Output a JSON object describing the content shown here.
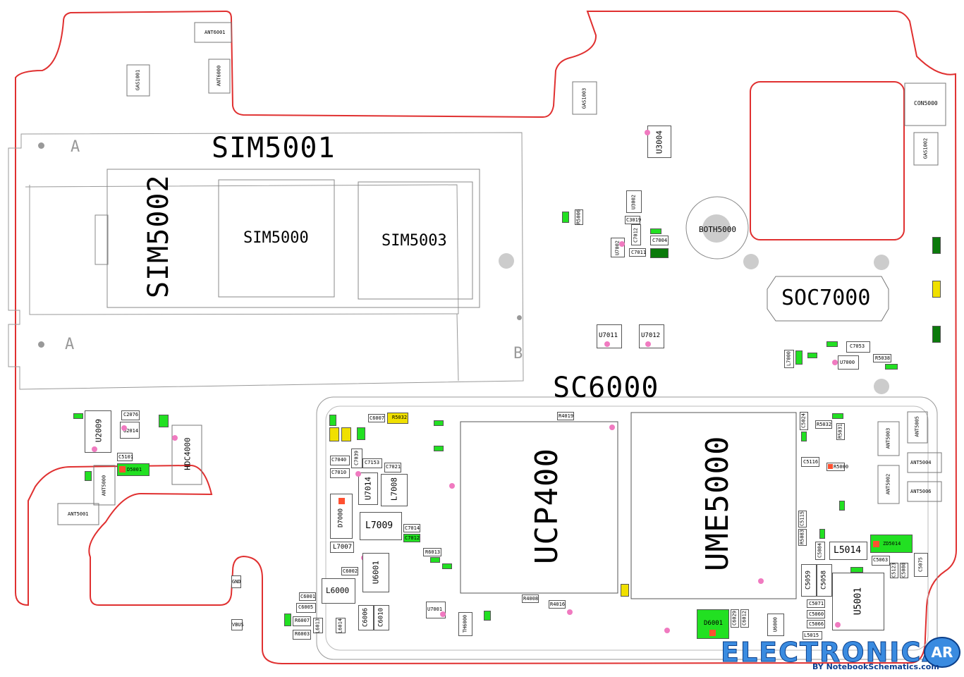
{
  "labels": {
    "sim5001": "SIM5001",
    "sim5002": "SIM5002",
    "sim5000": "SIM5000",
    "sim5003": "SIM5003",
    "sc6000": "SC6000",
    "ucp400": "UCP400",
    "ume5000": "UME5000",
    "soc7000": "SOC7000",
    "both5000": "BOTH5000",
    "con5000": "CON5000",
    "gas1001": "GAS1001",
    "gas1002": "GAS1002",
    "gas1003": "GAS1003",
    "ant6001": "ANT6001",
    "ant6000": "ANT6000",
    "ant5000": "ANT5000",
    "ant5001": "ANT5001",
    "ant5002": "ANT5002",
    "ant5003": "ANT5003",
    "ant5004": "ANT5004",
    "ant5005": "ANT5005",
    "ant5006": "ANT5006",
    "hdc4000": "HDC4000",
    "u2009": "U2009",
    "u2014": "U2014",
    "d5001": "D5001",
    "c2076": "C2076",
    "c5101": "C5101",
    "u3004": "U3004",
    "u3002": "U3002",
    "c3019": "C3019",
    "u7011": "U7011",
    "u7012": "U7012",
    "u7002": "U7002",
    "c7004": "C7004",
    "c7011": "C7011",
    "c7012_top": "C7012",
    "r5006": "R5006",
    "c7053": "C7053",
    "u7000": "U7000",
    "r5038": "R5038",
    "l7000": "L7000",
    "u7014": "U7014",
    "l7008": "L7008",
    "l7009": "L7009",
    "d7000": "D7000",
    "l7007": "L7007",
    "c7040": "C7040",
    "c7010": "C7010",
    "c7039": "C7039",
    "c7153": "C7153",
    "c7021": "C7021",
    "c7014": "C7014",
    "c7012": "C7012",
    "c6007": "C6007",
    "r5032": "R5032",
    "l6000": "L6000",
    "u6001": "U6001",
    "c6002": "C6002",
    "c6001": "C6001",
    "c6005": "C6005",
    "r6007": "R6007",
    "r6003": "R6003",
    "l6013": "L6013",
    "l6014": "L6014",
    "c6006": "C6006",
    "c6010": "C6010",
    "u7001": "U7001",
    "th6000": "TH6000",
    "r6013": "R6013",
    "r4019": "R4019",
    "r4008": "R4008",
    "r4016": "R4016",
    "d6001": "D6001",
    "u6000": "U6000",
    "c6029": "C6029",
    "c6012": "C6012",
    "l5014": "L5014",
    "zd5014": "ZD5014",
    "c5063": "C5063",
    "c5075": "C5075",
    "c5059": "C5059",
    "c5058": "C5058",
    "u5001": "U5001",
    "l5015": "L5015",
    "c5071": "C5071",
    "c5060": "C5060",
    "c5066": "C5066",
    "c5116": "C5116",
    "r5000": "R5000",
    "r5032b": "R5032",
    "c5024": "C5024",
    "r5031": "R5031",
    "c5080": "C5080",
    "c5123": "C5123",
    "c5084": "C5084",
    "r5083": "R5083",
    "c5115": "C5115",
    "gnd": "GND",
    "vbus": "VBUS",
    "letter_a1": "A",
    "letter_a2": "A",
    "letter_b": "B"
  },
  "logo": {
    "main": "ELECTRONICA",
    "ar": "AR",
    "sub": "BY NotebookSchematics.com"
  },
  "colors": {
    "outline": "#e03030",
    "highlight_green": "#22e022",
    "dark_green": "#0b7a0b",
    "yellow": "#f0e000",
    "testpoint": "#f07ac0",
    "logo_blue": "#3a8be0"
  }
}
